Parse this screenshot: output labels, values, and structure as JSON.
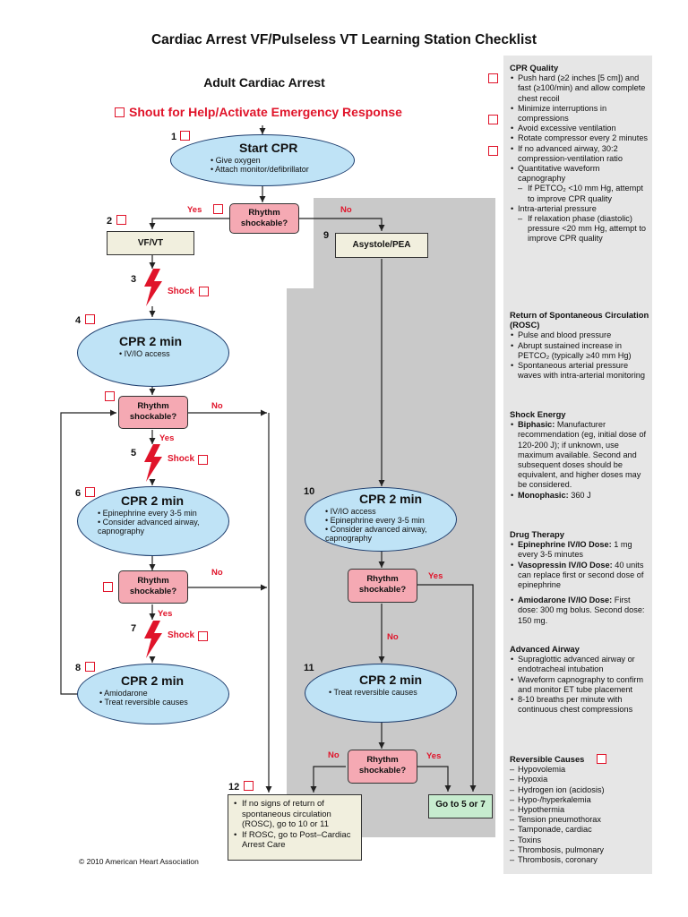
{
  "title": "Cardiac Arrest VF/Pulseless VT Learning Station Checklist",
  "subtitle": "Adult Cardiac Arrest",
  "shout": "Shout for Help/Activate Emergency Response",
  "colors": {
    "accent_red": "#e0142a",
    "ellipse_blue": "#bfe3f6",
    "rhythm_pink": "#f5a9b3",
    "gray_panel": "#c9c9c9",
    "goto_green": "#c7eccf"
  },
  "flow": {
    "start": {
      "num": "1",
      "title": "Start CPR",
      "items": [
        "Give oxygen",
        "Attach monitor/defibrillator"
      ]
    },
    "rhythm_label": "Rhythm\nshockable?",
    "yes": "Yes",
    "no": "No",
    "shock": "Shock",
    "vfvt": {
      "num": "2",
      "label": "VF/VT"
    },
    "asystole": {
      "num": "9",
      "label": "Asystole/PEA"
    },
    "shock3": {
      "num": "3"
    },
    "cpr4": {
      "num": "4",
      "title": "CPR 2 min",
      "items": [
        "IV/IO access"
      ]
    },
    "shock5": {
      "num": "5"
    },
    "cpr6": {
      "num": "6",
      "title": "CPR 2 min",
      "items": [
        "Epinephrine every 3-5 min",
        "Consider advanced airway, capnography"
      ]
    },
    "shock7": {
      "num": "7"
    },
    "cpr8": {
      "num": "8",
      "title": "CPR 2 min",
      "items": [
        "Amiodarone",
        "Treat reversible causes"
      ]
    },
    "cpr10": {
      "num": "10",
      "title": "CPR 2 min",
      "items": [
        "IV/IO access",
        "Epinephrine every 3-5 min",
        "Consider advanced airway, capnography"
      ]
    },
    "cpr11": {
      "num": "11",
      "title": "CPR 2 min",
      "items": [
        "Treat reversible causes"
      ]
    },
    "end12": {
      "num": "12",
      "items": [
        "If no signs of return of spontaneous circulation (ROSC), go to 10 or 11",
        "If ROSC, go to Post–Cardiac Arrest Care"
      ]
    },
    "goto": "Go to 5 or 7"
  },
  "sidebar": {
    "cpr_quality": {
      "heading": "CPR Quality",
      "items": [
        {
          "t": "b",
          "text": "Push hard (≥2 inches [5 cm]) and fast (≥100/min) and allow complete chest recoil"
        },
        {
          "t": "b",
          "text": "Minimize interruptions in compressions"
        },
        {
          "t": "b",
          "text": "Avoid excessive ventilation"
        },
        {
          "t": "b",
          "text": "Rotate compressor every 2 minutes"
        },
        {
          "t": "b",
          "text": "If no advanced airway, 30:2 compression-ventilation ratio"
        },
        {
          "t": "b",
          "text": "Quantitative waveform capnography"
        },
        {
          "t": "sub",
          "text": "If PETCO₂ <10 mm Hg, attempt to improve CPR quality"
        },
        {
          "t": "b",
          "text": "Intra-arterial pressure"
        },
        {
          "t": "sub",
          "text": "If relaxation phase (diastolic) pressure <20 mm Hg, attempt to improve CPR quality"
        }
      ]
    },
    "rosc": {
      "heading": "Return of Spontaneous Circulation (ROSC)",
      "items": [
        {
          "t": "b",
          "text": "Pulse and blood pressure"
        },
        {
          "t": "b",
          "text": "Abrupt sustained increase in PETCO₂ (typically ≥40 mm Hg)"
        },
        {
          "t": "b",
          "text": "Spontaneous arterial pressure waves with intra-arterial monitoring"
        }
      ]
    },
    "shock_energy": {
      "heading": "Shock Energy",
      "items": [
        {
          "t": "b",
          "bold": "Biphasic:",
          "text": " Manufacturer recommendation (eg, initial dose of 120-200 J); if unknown, use maximum available. Second and subsequent doses should be equivalent, and higher doses may be considered."
        },
        {
          "t": "b",
          "bold": "Monophasic:",
          "text": " 360 J"
        }
      ]
    },
    "drug": {
      "heading": "Drug Therapy",
      "items": [
        {
          "t": "b",
          "bold": "Epinephrine IV/IO Dose:",
          "text": " 1 mg every 3-5 minutes"
        },
        {
          "t": "b",
          "bold": "Vasopressin IV/IO Dose:",
          "text": " 40 units can replace first or second dose of epinephrine"
        },
        {
          "t": "b",
          "bold": "Amiodarone IV/IO Dose:",
          "text": " First dose: 300 mg bolus. Second dose: 150 mg."
        }
      ]
    },
    "airway": {
      "heading": "Advanced Airway",
      "items": [
        {
          "t": "b",
          "text": "Supraglottic advanced airway or endotracheal intubation"
        },
        {
          "t": "b",
          "text": "Waveform capnography to confirm and monitor ET tube placement"
        },
        {
          "t": "b",
          "text": "8-10 breaths per minute with continuous chest compressions"
        }
      ]
    },
    "causes": {
      "heading": "Reversible Causes",
      "items": [
        {
          "t": "d",
          "text": "Hypovolemia"
        },
        {
          "t": "d",
          "text": "Hypoxia"
        },
        {
          "t": "d",
          "text": "Hydrogen ion (acidosis)"
        },
        {
          "t": "d",
          "text": "Hypo-/hyperkalemia"
        },
        {
          "t": "d",
          "text": "Hypothermia"
        },
        {
          "t": "d",
          "text": "Tension pneumothorax"
        },
        {
          "t": "d",
          "text": "Tamponade, cardiac"
        },
        {
          "t": "d",
          "text": "Toxins"
        },
        {
          "t": "d",
          "text": "Thrombosis, pulmonary"
        },
        {
          "t": "d",
          "text": "Thrombosis, coronary"
        }
      ]
    }
  },
  "copyright": "© 2010 American Heart Association"
}
